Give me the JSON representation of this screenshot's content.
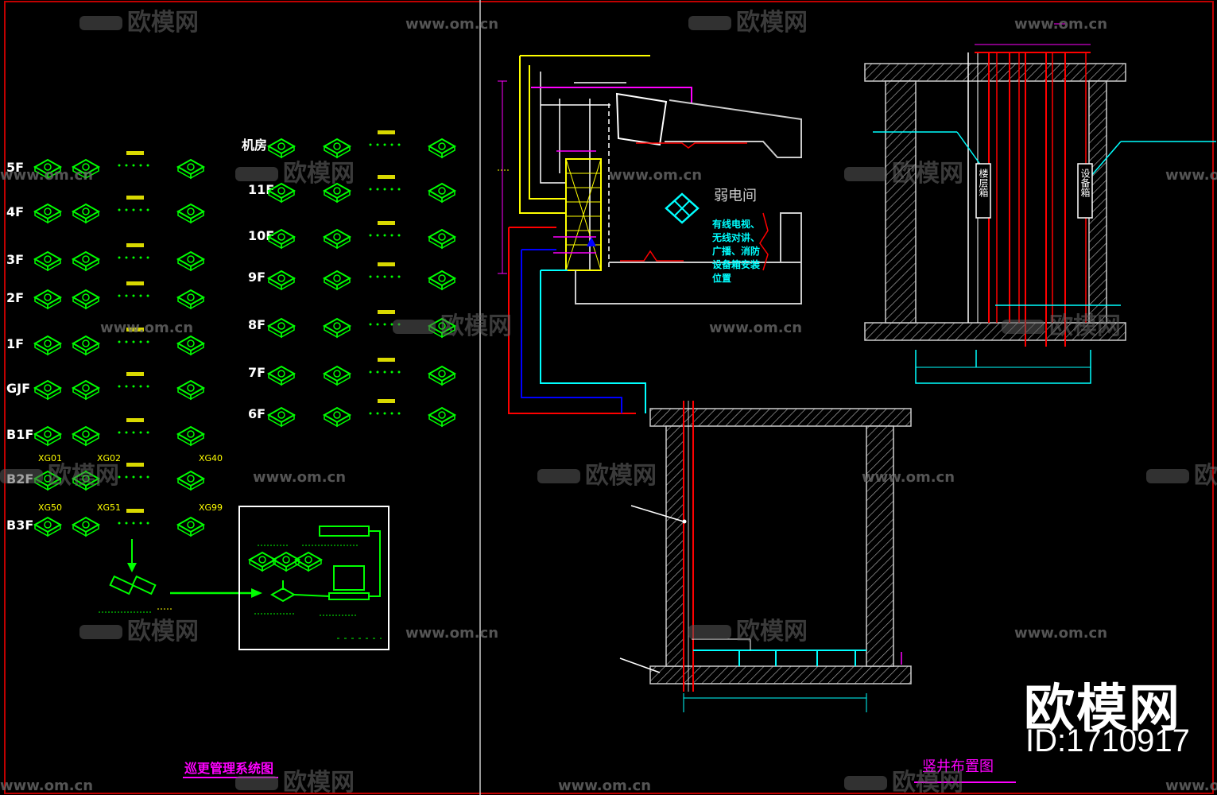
{
  "left_panel": {
    "floor_labels_col1": [
      "5F",
      "4F",
      "3F",
      "2F",
      "1F",
      "GJF",
      "B1F",
      "B2F",
      "B3F"
    ],
    "floor_labels_col2": [
      "机房",
      "11F",
      "10F",
      "9F",
      "8F",
      "7F",
      "6F"
    ],
    "point_codes": [
      "XG01",
      "XG02",
      "XG40",
      "XG50",
      "XG51",
      "XG99"
    ],
    "title": "巡更管理系统图"
  },
  "room_plan": {
    "room_label": "弱电间",
    "note_lines": [
      "有线电视、",
      "无线对讲、",
      "广播、消防",
      "设备箱安装",
      "位置"
    ]
  },
  "shaft_section": {
    "label_left": "楼层箱",
    "label_right": "设备箱"
  },
  "bottom_right": {
    "title": "竖井布置图"
  },
  "watermark": {
    "brand": "欧模网",
    "url": "www.om.cn",
    "id_text": "ID:1710917"
  },
  "colors": {
    "green": "#00ff00",
    "yellow": "#ffff00",
    "cyan": "#00ffff",
    "magenta": "#ff00ff",
    "red": "#ff0000",
    "white": "#ffffff",
    "gray": "#a0a0a0",
    "blue": "#0000ff",
    "frame_red": "#c00000"
  }
}
